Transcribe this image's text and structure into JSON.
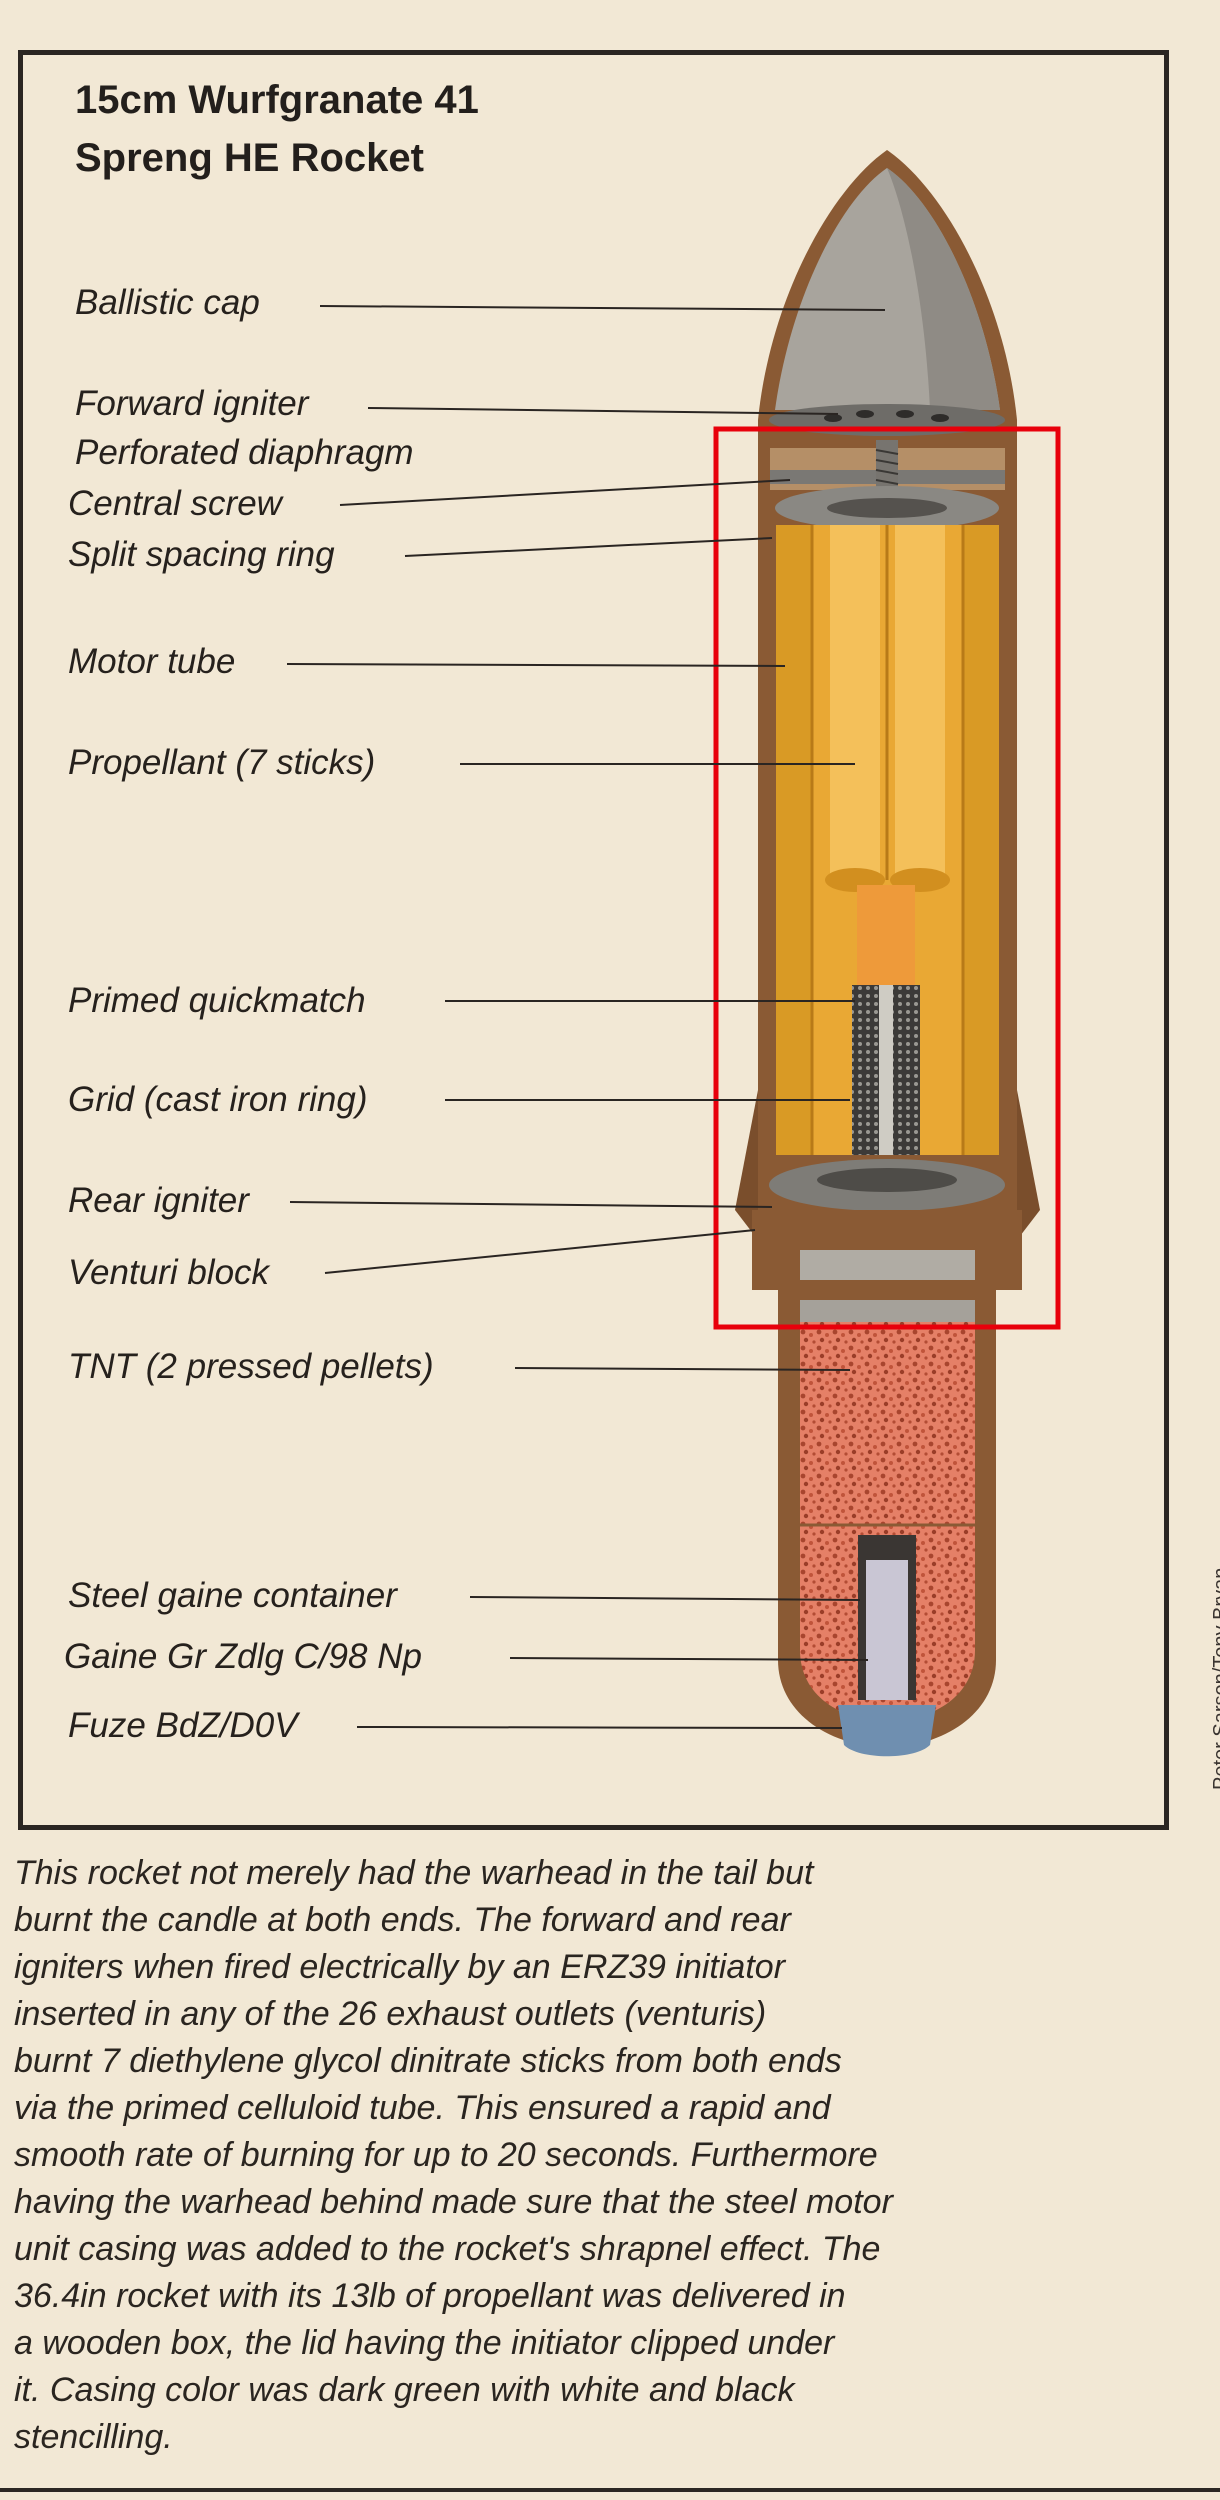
{
  "title": {
    "line1": "15cm Wurfgranate 41",
    "line2": "Spreng HE Rocket"
  },
  "labels": {
    "ballistic_cap": "Ballistic cap",
    "forward_igniter": "Forward igniter",
    "perforated_diaphragm": "Perforated diaphragm",
    "central_screw": "Central screw",
    "split_spacing_ring": "Split spacing ring",
    "motor_tube": "Motor tube",
    "propellant": "Propellant (7 sticks)",
    "primed_quickmatch": "Primed quickmatch",
    "grid": "Grid (cast iron ring)",
    "rear_igniter": "Rear igniter",
    "venturi_block": "Venturi block",
    "tnt": "TNT (2 pressed pellets)",
    "steel_gaine_container": "Steel gaine container",
    "gaine": "Gaine Gr Zdlg C/98 Np",
    "fuze": "Fuze BdZ/D0V"
  },
  "credit": "Peter Sarson/Tony Bryan",
  "caption_lines": [
    "This rocket not merely had the warhead in the tail but",
    "burnt the candle at both ends. The forward and rear",
    "igniters when fired electrically by an ERZ39 initiator",
    "inserted in any of the 26 exhaust outlets (venturis)",
    "burnt 7 diethylene glycol dinitrate sticks from both ends",
    "via the primed celluloid tube. This ensured a rapid and",
    "smooth rate of burning for up to 20 seconds. Furthermore",
    "having the warhead behind made sure that the steel motor",
    "unit casing was added to the rocket's shrapnel effect. The",
    "36.4in rocket with its 13lb of propellant was delivered in",
    "a wooden box, the lid having the initiator clipped under",
    "it. Casing color was dark green with white and black",
    "stencilling."
  ],
  "colors": {
    "casing": "#8a5a34",
    "casing_dark": "#5e3a20",
    "cap": "#a8a49d",
    "propellant": "#f0b63c",
    "propellant_shade": "#d99a25",
    "tnt": "#e58067",
    "gray_metal": "#7e7d78",
    "fuze": "#6f8fb0",
    "highlight_box": "#e8000b"
  }
}
